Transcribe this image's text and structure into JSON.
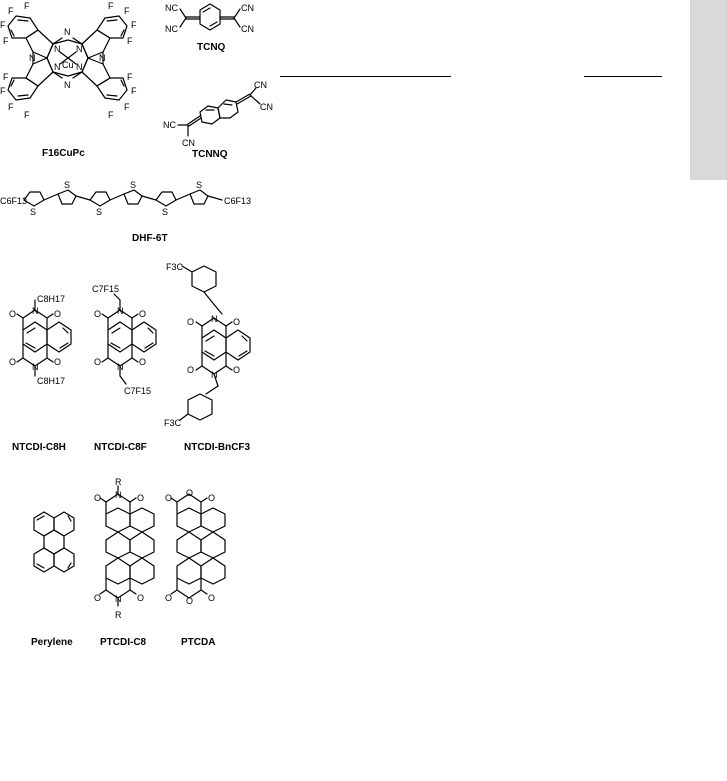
{
  "labels": {
    "f16cupc": "F16CuPc",
    "tcnq": "TCNQ",
    "tcnnq": "TCNNQ",
    "dhf6t": "DHF-6T",
    "ntcdi_c8h": "NTCDI-C8H",
    "ntcdi_c8f": "NTCDI-C8F",
    "ntcdi_bncf3": "NTCDI-BnCF3",
    "perylene": "Perylene",
    "ptcdi_c8": "PTCDI-C8",
    "ptcda": "PTCDA"
  },
  "atoms": {
    "f": "F",
    "n": "N",
    "cu": "Cu",
    "s": "S",
    "o": "O",
    "r": "R",
    "cn": "CN",
    "nc": "NC",
    "c6f13": "C6F13",
    "c8h17": "C8H17",
    "c7f15": "C7F15",
    "f3c": "F3C"
  },
  "colors": {
    "ink": "#000000",
    "side_tab": "#d9d9d9"
  }
}
